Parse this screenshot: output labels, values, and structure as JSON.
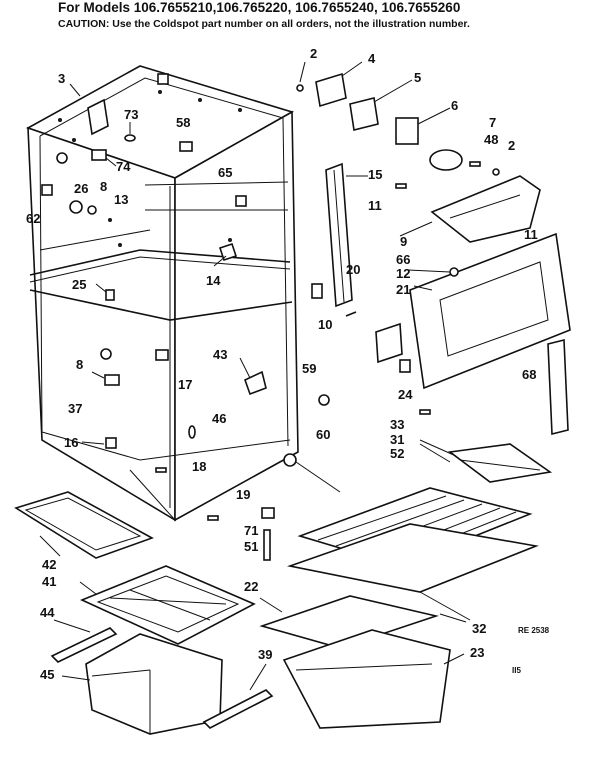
{
  "header": {
    "models": "For Models 106.7655210,106.765220, 106.7655240, 106.7655260",
    "caution": "CAUTION: Use the Coldspot part number on all orders, not the illustration number."
  },
  "callouts": [
    "2",
    "4",
    "5",
    "6",
    "7",
    "48",
    "2",
    "3",
    "73",
    "58",
    "74",
    "65",
    "15",
    "11",
    "11",
    "26",
    "8",
    "13",
    "62",
    "9",
    "66",
    "12",
    "20",
    "21",
    "25",
    "14",
    "10",
    "8",
    "43",
    "17",
    "37",
    "59",
    "68",
    "24",
    "33",
    "31",
    "52",
    "46",
    "16",
    "18",
    "60",
    "19",
    "71",
    "51",
    "42",
    "41",
    "44",
    "45",
    "22",
    "39",
    "23",
    "32"
  ],
  "refs": {
    "code": "RE   2538",
    "page": "II5"
  }
}
